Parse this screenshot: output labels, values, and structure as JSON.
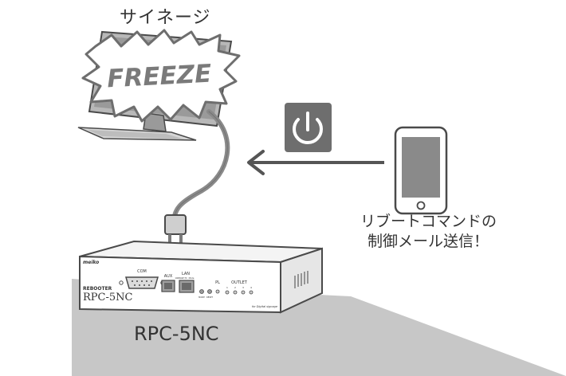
{
  "signage_label": "サイネージ",
  "freeze_text": "FREEZE",
  "reboot_message_line1": "リブートコマンドの",
  "reboot_message_line2": "制御メール送信！",
  "product_label": "RPC-5NC",
  "device": {
    "brand": "meiko",
    "category": "REBOOTER",
    "model": "RPC-5NC",
    "port_com": "COM",
    "port_aux": "AUX",
    "port_lan": "LAN",
    "lan_sub_left": "100BASE-TX",
    "lan_sub_right": "Mode",
    "btn_mode": "MODE",
    "btn_reset": "RESET",
    "led_pl": "PL",
    "outlet_label": "OUTLET",
    "outlet_numbers": [
      "1",
      "2",
      "3",
      "4"
    ],
    "footer_text": "for Digital signage"
  },
  "colors": {
    "line": "#4a4a4a",
    "gray_dark": "#6e6e6e",
    "gray_mid": "#a9a9a9",
    "gray_light": "#d6d6d6",
    "floor": "#bfbfbf"
  },
  "icons": [
    "power-icon",
    "smartphone-icon",
    "arrow-left-icon"
  ]
}
